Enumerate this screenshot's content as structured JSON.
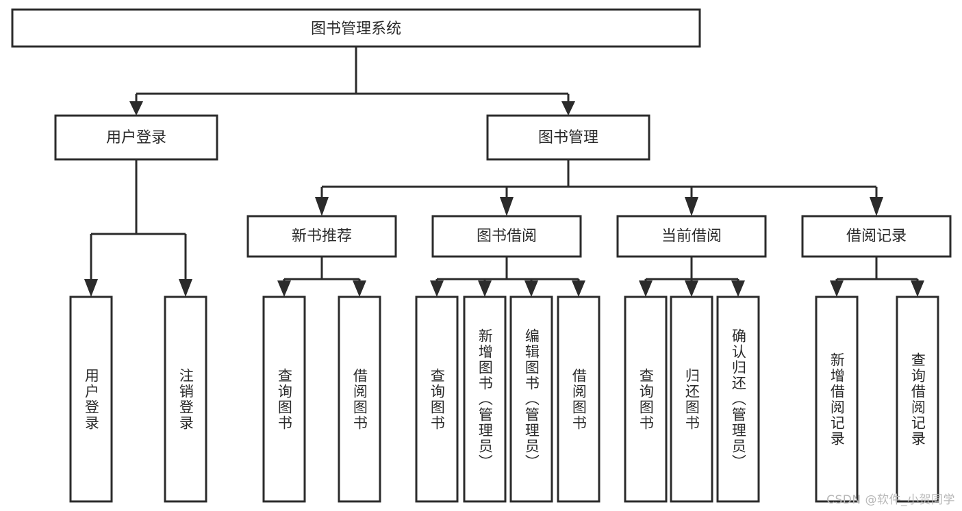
{
  "diagram": {
    "title": "图书管理系统",
    "type": "tree-hierarchy",
    "watermark": "CSDN @软件_小贺同学",
    "colors": {
      "stroke": "#2b2b2b",
      "fill": "#ffffff",
      "background": "#ffffff",
      "watermark": "#b8b8b8"
    },
    "root": {
      "label": "图书管理系统"
    },
    "level2": [
      {
        "label": "用户登录"
      },
      {
        "label": "图书管理"
      }
    ],
    "level3": [
      {
        "label": "新书推荐"
      },
      {
        "label": "图书借阅"
      },
      {
        "label": "当前借阅"
      },
      {
        "label": "借阅记录"
      }
    ],
    "leaves": {
      "user_login": [
        {
          "label": "用户登录"
        },
        {
          "label": "注销登录"
        }
      ],
      "new_book_recommend": [
        {
          "label": "查询图书"
        },
        {
          "label": "借阅图书"
        }
      ],
      "book_borrow": [
        {
          "label": "查询图书"
        },
        {
          "label": "新增图书（管理员）"
        },
        {
          "label": "编辑图书（管理员）"
        },
        {
          "label": "借阅图书"
        }
      ],
      "current_borrow": [
        {
          "label": "查询图书"
        },
        {
          "label": "归还图书"
        },
        {
          "label": "确认归还（管理员）"
        }
      ],
      "borrow_record": [
        {
          "label": "新增借阅记录"
        },
        {
          "label": "查询借阅记录"
        }
      ]
    }
  }
}
